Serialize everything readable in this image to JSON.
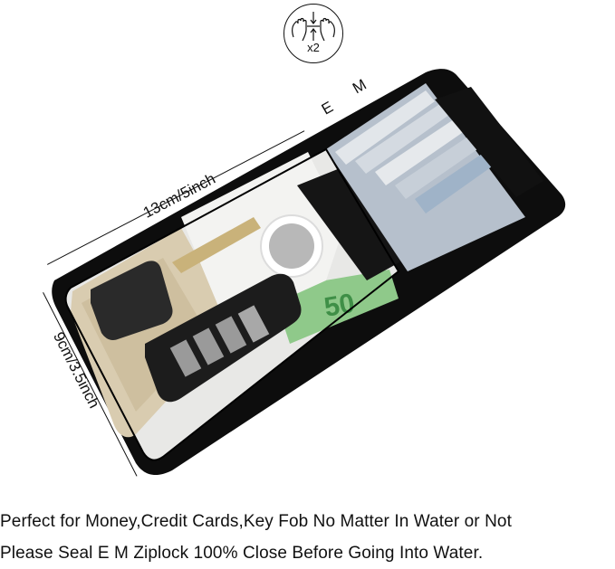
{
  "press_icon": {
    "icon": "press-seal-hands-icon",
    "label": "x2"
  },
  "zipper_labels": {
    "e": "E",
    "m": "M"
  },
  "dimensions": {
    "width": "13cm/5inch",
    "height": "9cm/3.5inch"
  },
  "product": {
    "description": "Black-framed clear waterproof pouch with ziplock and velcro closure containing banknotes, a key, a car key fob and a round tag"
  },
  "captions": {
    "line1": "Perfect for Money,Credit Cards,Key Fob No Matter In Water or Not",
    "line2": "Please Seal E M Ziplock 100% Close Before Going Into Water."
  },
  "colors": {
    "frame": "#0d0d0d",
    "text": "#111111",
    "banknote_green": "#8fc98a",
    "banknote_beige": "#d9ccb0",
    "zip_blue": "#9fb3c8"
  }
}
